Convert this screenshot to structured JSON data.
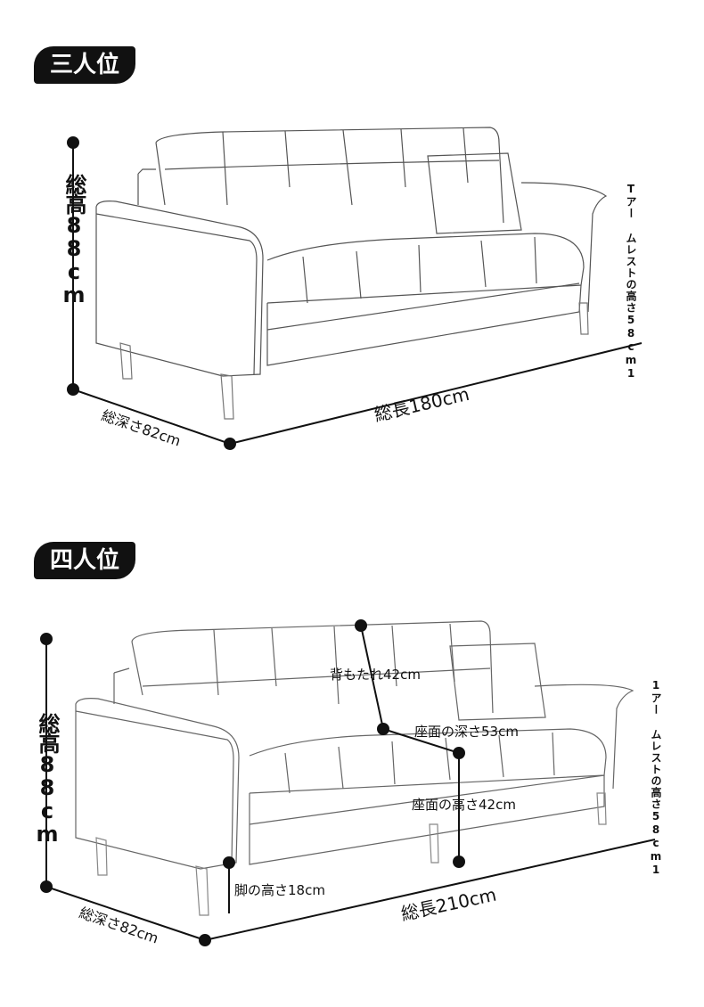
{
  "sections": [
    {
      "badge": "三人位",
      "total_height": "総高88cm",
      "total_depth": "総深さ82cm",
      "total_length": "総長180cm",
      "armrest_height": "Tアー ムレストの高さ58cm1"
    },
    {
      "badge": "四人位",
      "total_height": "総高88cm",
      "backrest": "背もたれ42cm",
      "seat_depth": "座面の深さ53cm",
      "seat_height": "座面の高さ42cm",
      "leg_height": "脚の高さ18cm",
      "total_depth": "総深さ82cm",
      "total_length": "総長210cm",
      "armrest_height": "1アー ムレストの高さ58cm1"
    }
  ]
}
